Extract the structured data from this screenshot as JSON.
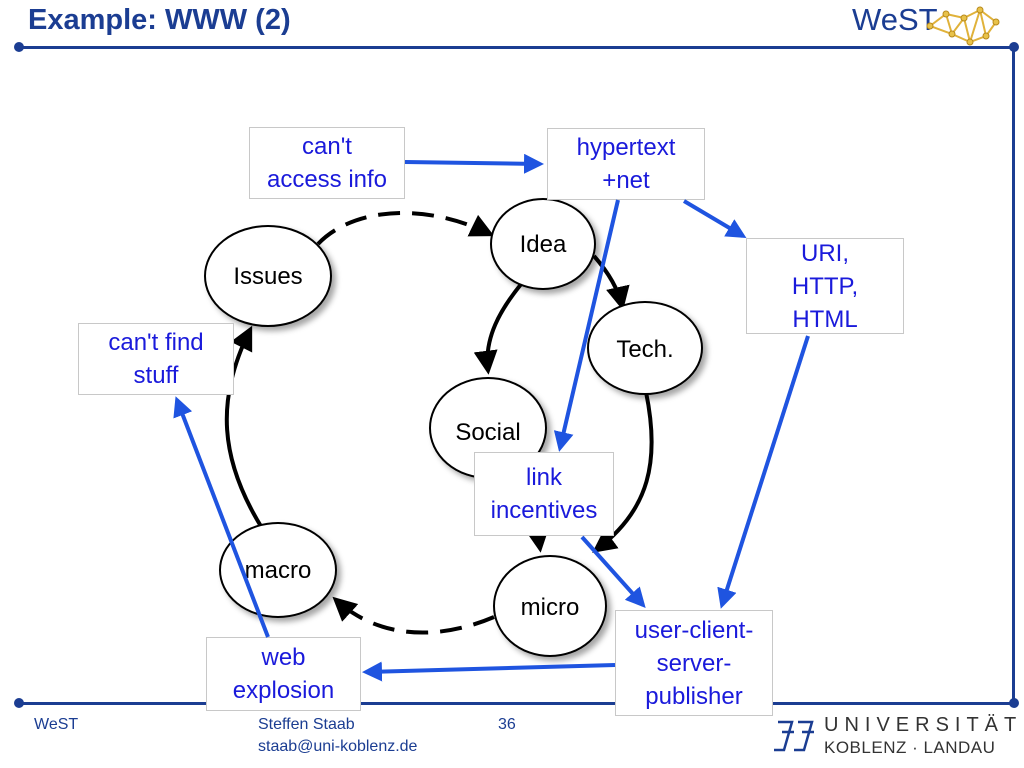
{
  "slide": {
    "title": "Example: WWW (2)",
    "logo_text": "WeST"
  },
  "nodes": [
    {
      "id": "issues",
      "label": "Issues"
    },
    {
      "id": "idea",
      "label": "Idea"
    },
    {
      "id": "tech",
      "label": "Tech."
    },
    {
      "id": "social",
      "label": "Social"
    },
    {
      "id": "macro",
      "label": "macro"
    },
    {
      "id": "micro",
      "label": "micro"
    }
  ],
  "boxes": {
    "cant_access": [
      "can't",
      "access info"
    ],
    "hypertext": [
      "hypertext",
      "+net"
    ],
    "uri": [
      "URI,",
      "HTTP,",
      "HTML"
    ],
    "cant_find": [
      "can't find",
      "stuff"
    ],
    "link_incentives": [
      "link",
      "incentives"
    ],
    "user_client": [
      "user-client-",
      "server-",
      "publisher"
    ],
    "web_explosion": [
      "web",
      "explosion"
    ]
  },
  "footer": {
    "left": "WeST",
    "author": "Steffen Staab",
    "email": "staab@uni-koblenz.de",
    "page": "36",
    "uni_line1": "UNIVERSITÄT",
    "uni_line2": "KOBLENZ · LANDAU"
  },
  "colors": {
    "brand": "#1b3d92",
    "box_text": "#1a1adb",
    "blue_arrow": "#1f54e0",
    "black_arrow": "#000000"
  }
}
